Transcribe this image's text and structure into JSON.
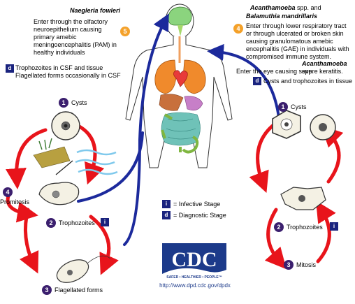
{
  "left": {
    "title": "Naegleria fowleri",
    "step5_text": "Enter through the olfactory neuroepithelium causing primary amebic meningoencephalitis (PAM) in healthy individuals",
    "step5_num": "5",
    "diag_text": "Trophozoites in CSF and tissue Flagellated forms occasionally in CSF",
    "diag_mark": "d",
    "cysts_num": "1",
    "cysts_label": "Cysts",
    "troph_num": "2",
    "troph_label": "Trophozoites",
    "flag_num": "3",
    "flag_label": "Flagellated forms",
    "promit_num": "4",
    "promit_label": "Promitosis",
    "infective_mark": "i"
  },
  "right": {
    "title1": "Acanthamoeba",
    "title1_suffix": "spp. and",
    "title2": "Balamuthia mandrillaris",
    "step4_num": "4",
    "step4_text": "Enter through lower respiratory tract or through ulcerated or broken skin causing granulomatous amebic encephalitis (GAE) in individuals with compromised immune system.",
    "title3": "Acanthamoeba",
    "title3_suffix": "spp.",
    "eye_text": "Enter the eye causing severe keratitis.",
    "diag_mark": "d",
    "diag_text": "Cysts and trophozoites in tissue",
    "cysts_num": "1",
    "cysts_label": "Cysts",
    "troph_num": "2",
    "troph_label": "Trophozoites",
    "mitosis_num": "3",
    "mitosis_label": "Mitosis",
    "infective_mark": "i"
  },
  "legend": {
    "infective_mark": "i",
    "infective_label": "= Infective Stage",
    "diagnostic_mark": "d",
    "diagnostic_label": "= Diagnostic Stage"
  },
  "logo": {
    "text": "CDC",
    "tagline": "SAFER • HEALTHIER • PEOPLE™",
    "url": "http://www.dpd.cdc.gov/dpdx"
  },
  "colors": {
    "cycle_arrow": "#e8141b",
    "path_arrow": "#1c2a9c",
    "badge": "#3b1f6e",
    "step_badge": "#f4a12a",
    "logo": "#1c3a8a"
  }
}
